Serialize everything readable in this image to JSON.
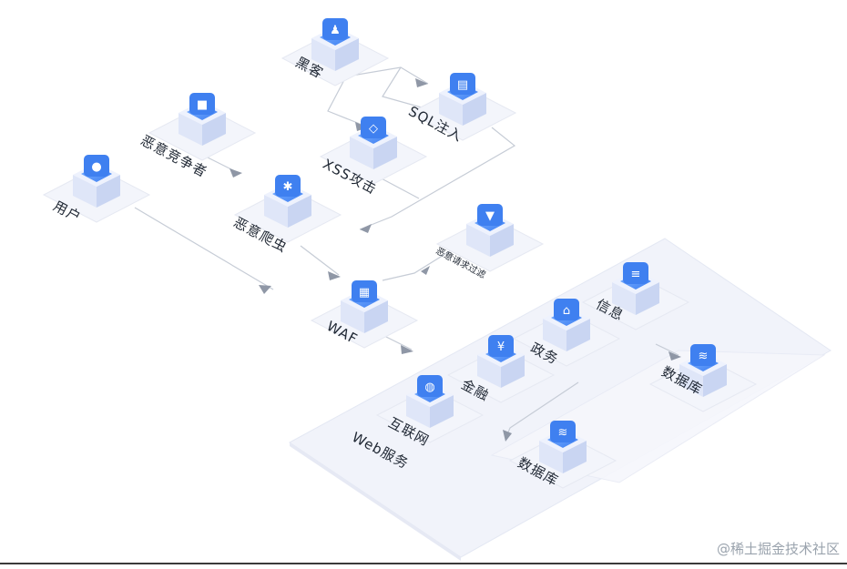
{
  "diagram": {
    "nodes": {
      "hacker": "黑客",
      "sql_injection": "SQL注入",
      "malicious_competitor": "恶意竞争者",
      "xss_attack": "XSS攻击",
      "user": "用户",
      "malicious_crawler": "恶意爬虫",
      "malicious_request_filter": "恶意请求过滤",
      "waf": "WAF",
      "info": "信息",
      "government": "政务",
      "finance": "金融",
      "internet": "互联网",
      "web_service": "Web服务",
      "database_right": "数据库",
      "database_left": "数据库"
    },
    "icons": {
      "hacker": "user-icon",
      "sql_injection": "document-icon",
      "malicious_competitor": "lock-icon",
      "xss_attack": "code-icon",
      "user": "person-icon",
      "malicious_crawler": "bug-icon",
      "malicious_request_filter": "funnel-icon",
      "waf": "grid-icon",
      "info": "list-icon",
      "government": "building-icon",
      "finance": "yen-icon",
      "internet": "globe-icon",
      "database_right": "database-icon",
      "database_left": "database-icon"
    },
    "colors": {
      "cube_top": "#5b9bff",
      "cube_front": "#2f6fe8",
      "platform": "#f2f4fb",
      "connector": "#c3c8d2",
      "arrow": "#8e96a5"
    }
  },
  "watermark": "@稀土掘金技术社区"
}
